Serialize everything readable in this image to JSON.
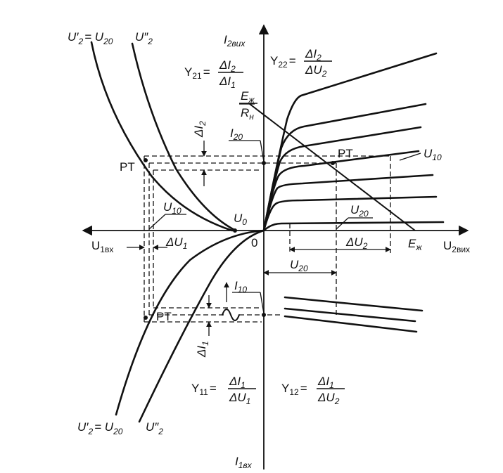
{
  "axes": {
    "top": "I",
    "top_sub": "2вих",
    "bottom": "I",
    "bottom_sub": "1вх",
    "left": "U",
    "left_sub": "1вх",
    "right": "U",
    "right_sub": "2вих",
    "origin": "0"
  },
  "formulas": {
    "y21": {
      "lhs": "Y",
      "lhs_sub": "21",
      "num": "ΔI",
      "num_sub": "2",
      "den": "ΔI",
      "den_sub": "1"
    },
    "y22": {
      "lhs": "Y",
      "lhs_sub": "22",
      "num": "ΔI",
      "num_sub": "2",
      "den": "ΔU",
      "den_sub": "2"
    },
    "y11": {
      "lhs": "Y",
      "lhs_sub": "11",
      "num": "ΔI",
      "num_sub": "1",
      "den": "ΔU",
      "den_sub": "1"
    },
    "y12": {
      "lhs": "Y",
      "lhs_sub": "12",
      "num": "ΔI",
      "num_sub": "1",
      "den": "ΔU",
      "den_sub": "2"
    }
  },
  "labels": {
    "u2p_top": "U′",
    "u2p_top_sub": "2",
    "eq_u20_top": "= U",
    "eq_u20_top_sub": "20",
    "u2pp_top": "U″",
    "u2pp_top_sub": "2",
    "u2p_bottom": "U′",
    "u2p_bottom_sub": "2",
    "eq_u20_bottom": "= U",
    "eq_u20_bottom_sub": "20",
    "u2pp_bottom": "U″",
    "u2pp_bottom_sub": "2",
    "pt_q2": "PT",
    "pt_q1": "PT",
    "pt_q3": "PT",
    "u10_q2": "U",
    "u10_q2_sub": "10",
    "u10_q1": "U",
    "u10_q1_sub": "10",
    "u0": "U",
    "u0_sub": "0",
    "du1": "ΔU",
    "du1_sub": "1",
    "du2": "ΔU",
    "du2_sub": "2",
    "di2": "ΔI",
    "di2_sub": "2",
    "di1": "ΔI",
    "di1_sub": "1",
    "i20": "I",
    "i20_sub": "20",
    "i10": "I",
    "i10_sub": "10",
    "u20_q1": "U",
    "u20_q1_sub": "20",
    "u20_axis": "U",
    "u20_axis_sub": "20",
    "ezh": "E",
    "ezh_sub": "ж",
    "ezh_rn_num": "E",
    "ezh_rn_num_sub": "ж",
    "ezh_rn_den": "R",
    "ezh_rn_den_sub": "н"
  }
}
